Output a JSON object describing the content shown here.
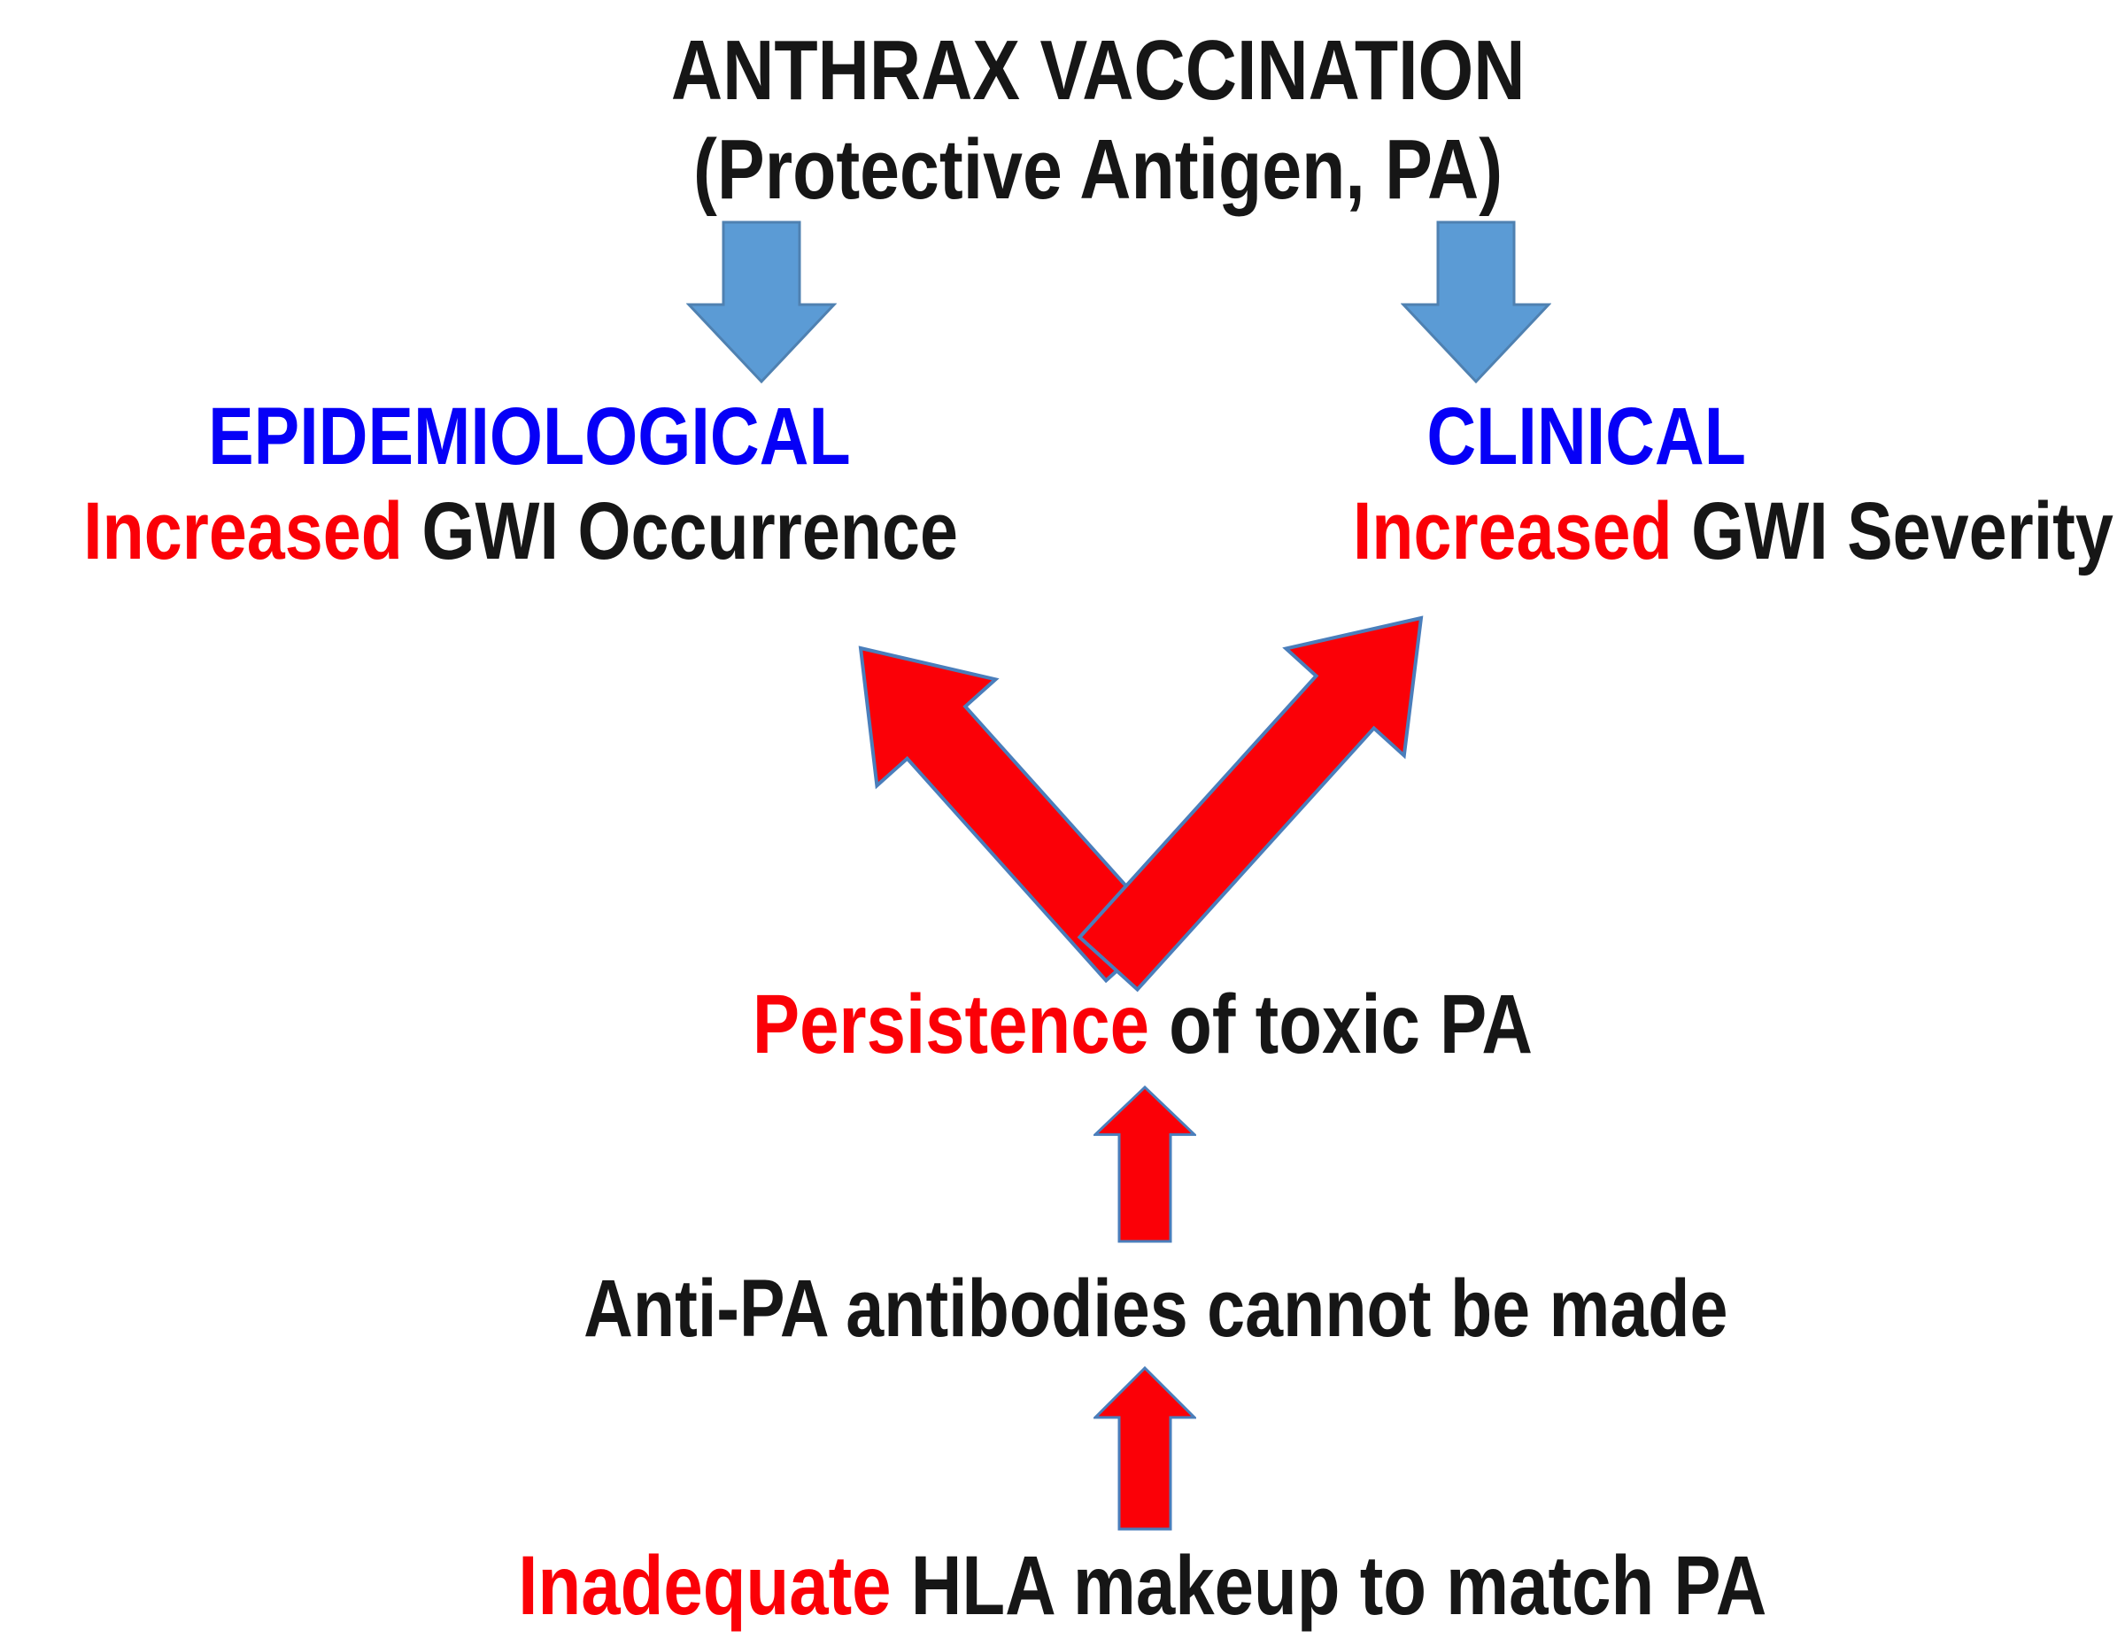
{
  "figure": {
    "title_line1": "ANTHRAX VACCINATION",
    "title_line2": "(Protective Antigen, PA)",
    "left_branch": {
      "heading": "EPIDEMIOLOGICAL",
      "finding_emphasis": "Increased",
      "finding_rest": " GWI Occurrence"
    },
    "right_branch": {
      "heading": "CLINICAL",
      "finding_emphasis": "Increased",
      "finding_rest": " GWI Severity"
    },
    "cause_level1": {
      "emphasis": "Persistence",
      "rest": " of toxic PA"
    },
    "cause_level2": "Anti-PA antibodies cannot be made",
    "cause_level3": {
      "emphasis": "Inadequate",
      "rest": " HLA makeup to match PA"
    },
    "icons": {
      "down_arrow": "down-arrow",
      "diverging_arrows": "diverging-up-arrows",
      "up_arrow": "up-arrow"
    },
    "colors": {
      "background": "#ffffff",
      "heading_blue": "#0600f7",
      "emphasis_red": "#fb0007",
      "body_black": "#161616",
      "down_arrow_fill": "#5b9bd5",
      "down_arrow_border": "#4f81b1",
      "up_arrow_fill": "#fb0007",
      "up_arrow_border": "#4a7ebb"
    }
  }
}
